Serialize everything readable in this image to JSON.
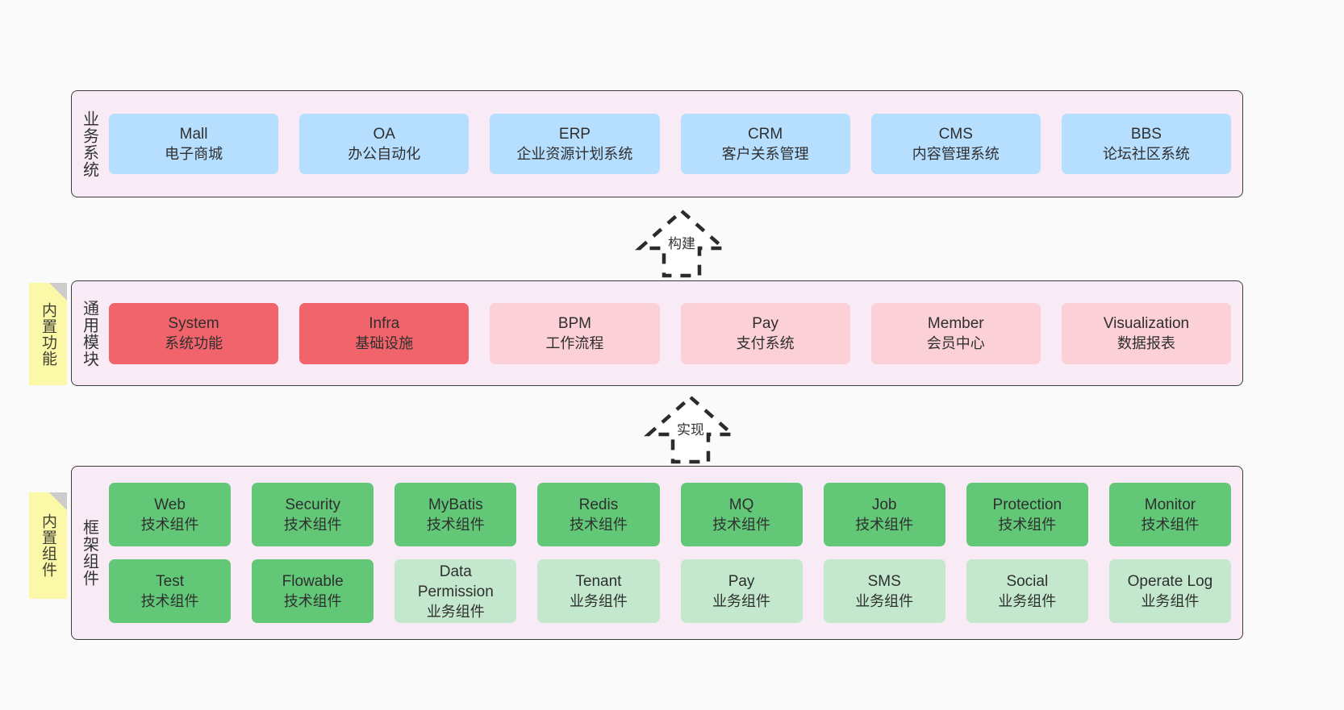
{
  "diagram": {
    "background_color": "#fafafa",
    "panel_color": "#f9ebf6",
    "panel_border_color": "#3c3c3c",
    "sticky_color": "#fbf8a8"
  },
  "layers": {
    "business": {
      "title": "业务系统",
      "card_color": "#b6deff",
      "cards": [
        {
          "en": "Mall",
          "cn": "电子商城"
        },
        {
          "en": "OA",
          "cn": "办公自动化"
        },
        {
          "en": "ERP",
          "cn": "企业资源计划系统"
        },
        {
          "en": "CRM",
          "cn": "客户关系管理"
        },
        {
          "en": "CMS",
          "cn": "内容管理系统"
        },
        {
          "en": "BBS",
          "cn": "论坛社区系统"
        }
      ]
    },
    "modules": {
      "title": "通用模块",
      "sticky": "内置功能",
      "card_color_primary": "#f1646c",
      "card_color_secondary": "#fbd0d6",
      "cards": [
        {
          "en": "System",
          "cn": "系统功能",
          "variant": "c-red"
        },
        {
          "en": "Infra",
          "cn": "基础设施",
          "variant": "c-red"
        },
        {
          "en": "BPM",
          "cn": "工作流程",
          "variant": "c-pink"
        },
        {
          "en": "Pay",
          "cn": "支付系统",
          "variant": "c-pink"
        },
        {
          "en": "Member",
          "cn": "会员中心",
          "variant": "c-pink"
        },
        {
          "en": "Visualization",
          "cn": "数据报表",
          "variant": "c-pink"
        }
      ]
    },
    "framework": {
      "title": "框架组件",
      "sticky": "内置组件",
      "card_color_primary": "#62c878",
      "card_color_secondary": "#c3e8cd",
      "row1": [
        {
          "en": "Web",
          "cn": "技术组件",
          "variant": "c-green"
        },
        {
          "en": "Security",
          "cn": "技术组件",
          "variant": "c-green"
        },
        {
          "en": "MyBatis",
          "cn": "技术组件",
          "variant": "c-green"
        },
        {
          "en": "Redis",
          "cn": "技术组件",
          "variant": "c-green"
        },
        {
          "en": "MQ",
          "cn": "技术组件",
          "variant": "c-green"
        },
        {
          "en": "Job",
          "cn": "技术组件",
          "variant": "c-green"
        },
        {
          "en": "Protection",
          "cn": "技术组件",
          "variant": "c-green"
        },
        {
          "en": "Monitor",
          "cn": "技术组件",
          "variant": "c-green"
        }
      ],
      "row2": [
        {
          "en": "Test",
          "cn": "技术组件",
          "variant": "c-green"
        },
        {
          "en": "Flowable",
          "cn": "技术组件",
          "variant": "c-green"
        },
        {
          "en": "Data Permission",
          "cn": "业务组件",
          "variant": "c-green-light"
        },
        {
          "en": "Tenant",
          "cn": "业务组件",
          "variant": "c-green-light"
        },
        {
          "en": "Pay",
          "cn": "业务组件",
          "variant": "c-green-light"
        },
        {
          "en": "SMS",
          "cn": "业务组件",
          "variant": "c-green-light"
        },
        {
          "en": "Social",
          "cn": "业务组件",
          "variant": "c-green-light"
        },
        {
          "en": "Operate Log",
          "cn": "业务组件",
          "variant": "c-green-light"
        }
      ]
    }
  },
  "connectors": [
    {
      "name": "build",
      "label": "构建",
      "style": "dashed-hollow-arrow-up"
    },
    {
      "name": "implement",
      "label": "实现",
      "style": "dashed-hollow-arrow-up"
    }
  ]
}
